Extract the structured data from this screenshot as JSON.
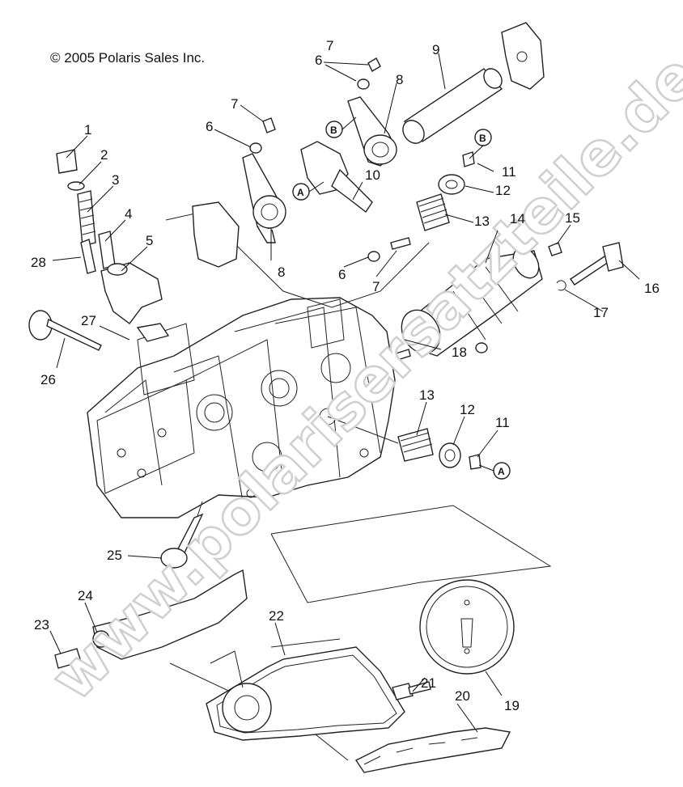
{
  "copyright": "© 2005 Polaris Sales Inc.",
  "watermark": "www.polarisersatzteile.de",
  "callouts": [
    {
      "n": "1"
    },
    {
      "n": "2"
    },
    {
      "n": "3"
    },
    {
      "n": "4"
    },
    {
      "n": "5"
    },
    {
      "n": "6"
    },
    {
      "n": "7"
    },
    {
      "n": "6"
    },
    {
      "n": "7"
    },
    {
      "n": "8"
    },
    {
      "n": "9"
    },
    {
      "n": "8"
    },
    {
      "n": "10"
    },
    {
      "n": "6"
    },
    {
      "n": "7"
    },
    {
      "n": "11"
    },
    {
      "n": "12"
    },
    {
      "n": "13"
    },
    {
      "n": "14"
    },
    {
      "n": "15"
    },
    {
      "n": "16"
    },
    {
      "n": "17"
    },
    {
      "n": "18"
    },
    {
      "n": "26"
    },
    {
      "n": "27"
    },
    {
      "n": "28"
    },
    {
      "n": "13"
    },
    {
      "n": "12"
    },
    {
      "n": "11"
    },
    {
      "n": "25"
    },
    {
      "n": "24"
    },
    {
      "n": "23"
    },
    {
      "n": "22"
    },
    {
      "n": "21"
    },
    {
      "n": "20"
    },
    {
      "n": "19"
    }
  ],
  "markers": [
    {
      "letter": "B"
    },
    {
      "letter": "A"
    },
    {
      "letter": "B"
    },
    {
      "letter": "A"
    }
  ]
}
